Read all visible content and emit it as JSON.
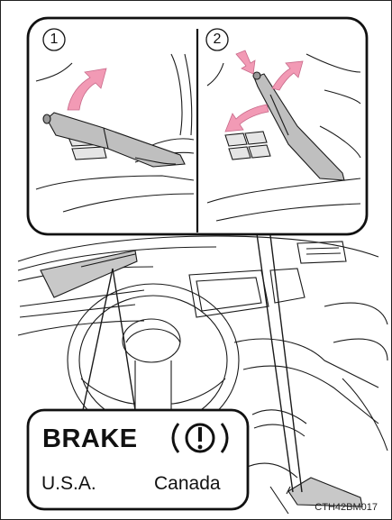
{
  "panel_steps": [
    "1",
    "2"
  ],
  "indicator": {
    "usa_text": "BRAKE",
    "usa_region": "U.S.A.",
    "canada_symbol": "(!)",
    "canada_region": "Canada"
  },
  "figure_code": "CTH42BM017",
  "colors": {
    "arrow": "#f29ab5",
    "lever": "#bfbfbf",
    "line": "#1a1a1a"
  }
}
